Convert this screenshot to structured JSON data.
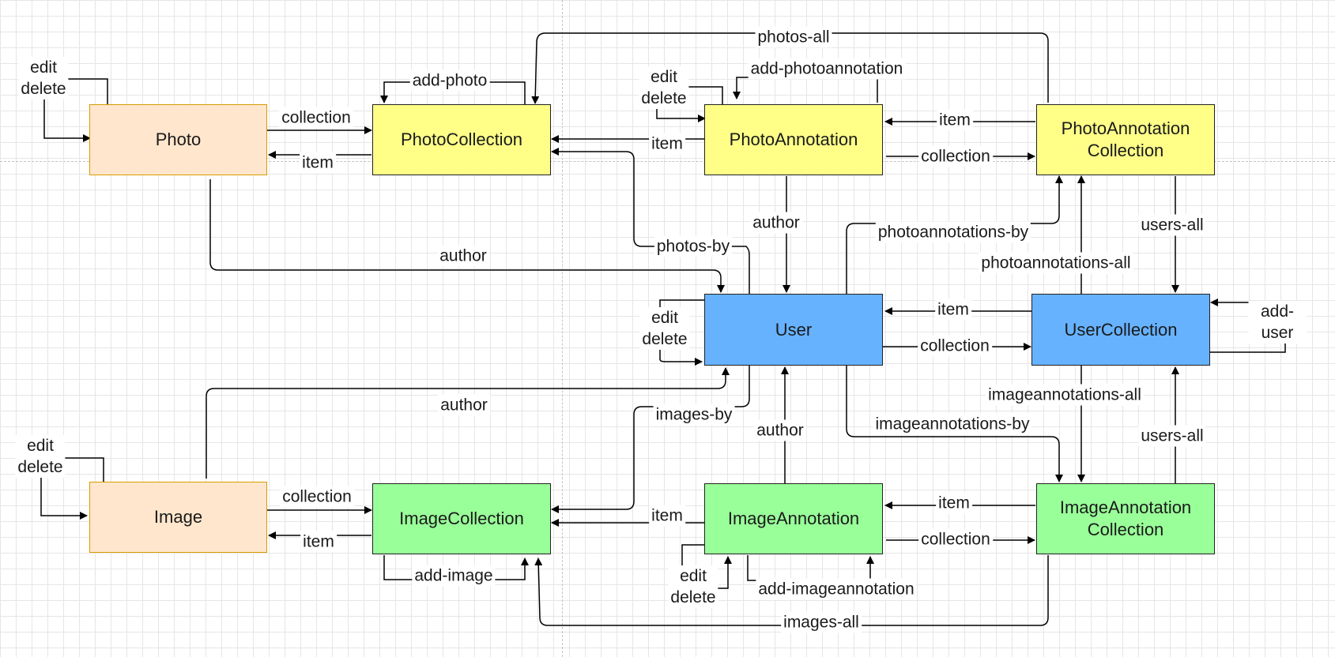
{
  "colors": {
    "resource": "#ffe6cc",
    "resource_border": "#d79b00",
    "photo": "#ffff88",
    "image": "#99ff99",
    "user": "#66b2ff",
    "line": "#000000"
  },
  "nodes": {
    "photo": "Photo",
    "photo_collection": "PhotoCollection",
    "photo_annotation": "PhotoAnnotation",
    "photo_annotation_collection": "PhotoAnnotation\nCollection",
    "user": "User",
    "user_collection": "UserCollection",
    "image": "Image",
    "image_collection": "ImageCollection",
    "image_annotation": "ImageAnnotation",
    "image_annotation_collection": "ImageAnnotation\nCollection"
  },
  "edge_labels": {
    "photo_edit_delete": "edit\ndelete",
    "photo_collection": "collection",
    "photo_item": "item",
    "add_photo": "add-photo",
    "photos_all": "photos-all",
    "pa_edit_delete": "edit\ndelete",
    "add_photoannotation": "add-photoannotation",
    "pa_item_to_pc": "item",
    "pac_item": "item",
    "pa_collection": "collection",
    "pa_author": "author",
    "photo_author": "author",
    "photos_by": "photos-by",
    "photoannotations_by": "photoannotations-by",
    "users_all_top": "users-all",
    "photoannotations_all": "photoannotations-all",
    "user_edit_delete": "edit\ndelete",
    "uc_item": "item",
    "user_collection": "collection",
    "add_user": "add-user",
    "imageannotations_all": "imageannotations-all",
    "users_all_bottom": "users-all",
    "image_author": "author",
    "images_by": "images-by",
    "ia_author": "author",
    "imageannotations_by": "imageannotations-by",
    "image_edit_delete": "edit\ndelete",
    "image_collection": "collection",
    "image_item": "item",
    "add_image": "add-image",
    "ia_item_to_ic": "item",
    "iac_item": "item",
    "ia_collection": "collection",
    "ia_edit_delete": "edit\ndelete",
    "add_imageannotation": "add-imageannotation",
    "images_all": "images-all"
  }
}
